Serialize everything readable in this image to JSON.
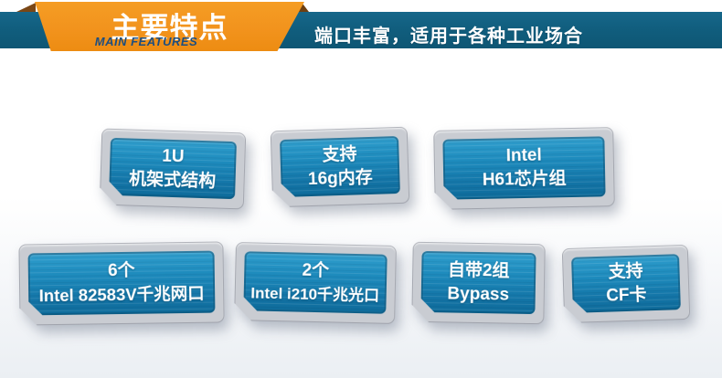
{
  "header": {
    "title": "主要特点",
    "subtitle": "MAIN FEATURES",
    "banner": "端口丰富，适用于各种工业场合"
  },
  "features": [
    {
      "line1": "1U",
      "line2": "机架式结构"
    },
    {
      "line1": "支持",
      "line2": "16g内存"
    },
    {
      "line1": "Intel",
      "line2": "H61芯片组"
    },
    {
      "line1": "6个",
      "line2": "Intel 82583V千兆网口"
    },
    {
      "line1": "2个",
      "line2": "Intel i210千兆光口"
    },
    {
      "line1": "自带2组",
      "line2": "Bypass"
    },
    {
      "line1": "支持",
      "line2": "CF卡"
    }
  ],
  "colors": {
    "ribbon_orange": "#F2931D",
    "ribbon_fold_brown": "#7A4716",
    "banner_bar_blue": "#115E7E",
    "subtitle_blue": "#1D4E80",
    "plaque_blue": "#1D8ABC",
    "plaque_frame_silver": "#CFD2D8",
    "text_white": "#FFFFFF"
  }
}
